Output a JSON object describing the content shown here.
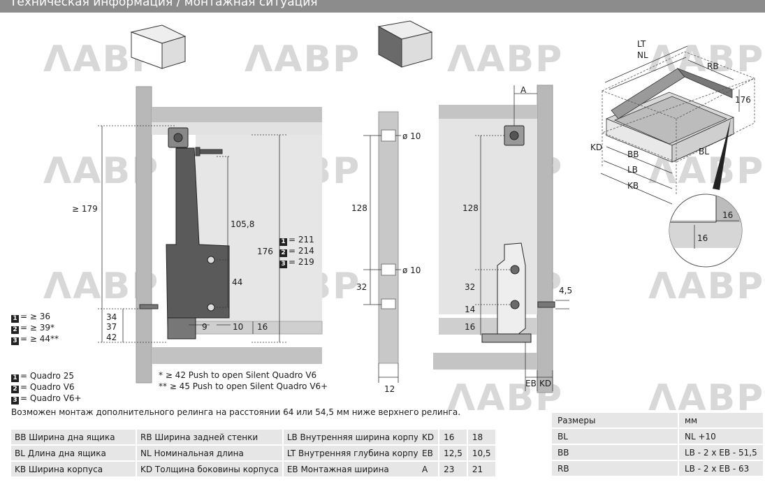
{
  "header": {
    "title": "Техническая информация / монтажная ситуация"
  },
  "left_drawing": {
    "dim_179": "≥ 179",
    "dim_105_8": "105,8",
    "dim_176": "176",
    "dim_44": "44",
    "dim_9": "9",
    "dim_10": "10",
    "dim_16": "16",
    "dim_34": "34",
    "dim_37": "37",
    "dim_42": "42",
    "legend_heights": [
      {
        "num": "1",
        "text": "= 211"
      },
      {
        "num": "2",
        "text": "= 214"
      },
      {
        "num": "3",
        "text": "= 219"
      }
    ],
    "legend_mins": [
      {
        "num": "1",
        "text": "= ≥ 36"
      },
      {
        "num": "2",
        "text": "= ≥ 39*"
      },
      {
        "num": "3",
        "text": "= ≥ 44**"
      }
    ],
    "legend_models": [
      {
        "num": "1",
        "text": "= Quadro 25"
      },
      {
        "num": "2",
        "text": "= Quadro V6"
      },
      {
        "num": "3",
        "text": "= Quadro V6+"
      }
    ],
    "footnote_1": "*   ≥ 42 Push to open Silent Quadro V6",
    "footnote_2": "** ≥ 45 Push to open Silent Quadro V6+"
  },
  "middle_drawing": {
    "dim_d10_top": "ø 10",
    "dim_d10_bottom": "ø 10",
    "dim_128": "128",
    "dim_32": "32",
    "dim_12": "12"
  },
  "right_drawing": {
    "dim_A": "A",
    "dim_128": "128",
    "dim_32": "32",
    "dim_14": "14",
    "dim_16": "16",
    "dim_4_5": "4,5",
    "dim_EB": "EB",
    "dim_KD": "KD"
  },
  "iso_drawing": {
    "LT": "LT",
    "NL": "NL",
    "RB": "RB",
    "dim_176": "176",
    "KD": "KD",
    "BB": "BB",
    "BL": "BL",
    "LB": "LB",
    "KB": "KB",
    "detail_16a": "16",
    "detail_16b": "16"
  },
  "note": "Возможен монтаж дополнительного релинга на расстоянии 64 или 54,5 мм ниже верхнего релинга.",
  "abbrev_table": [
    [
      "BB Ширина дна ящика",
      "RB Ширина задней стенки",
      "LB Внутренняя ширина корпуса"
    ],
    [
      "BL Длина дна ящика",
      "NL Номинальная длина",
      "LT Внутренняя глубина корпуса"
    ],
    [
      "KB Ширина корпуса",
      "KD Толщина боковины корпуса",
      "EB Монтажная ширина"
    ]
  ],
  "kd_table": [
    [
      "KD",
      "16",
      "18"
    ],
    [
      "EB",
      "12,5",
      "10,5"
    ],
    [
      "A",
      "23",
      "21"
    ]
  ],
  "size_table": {
    "header": [
      "Размеры",
      "мм"
    ],
    "rows": [
      [
        "BL",
        "NL +10"
      ],
      [
        "BB",
        "LB - 2 x EB - 51,5"
      ],
      [
        "RB",
        "LB - 2 x EB - 63"
      ]
    ]
  },
  "watermark": "ΛАВР"
}
